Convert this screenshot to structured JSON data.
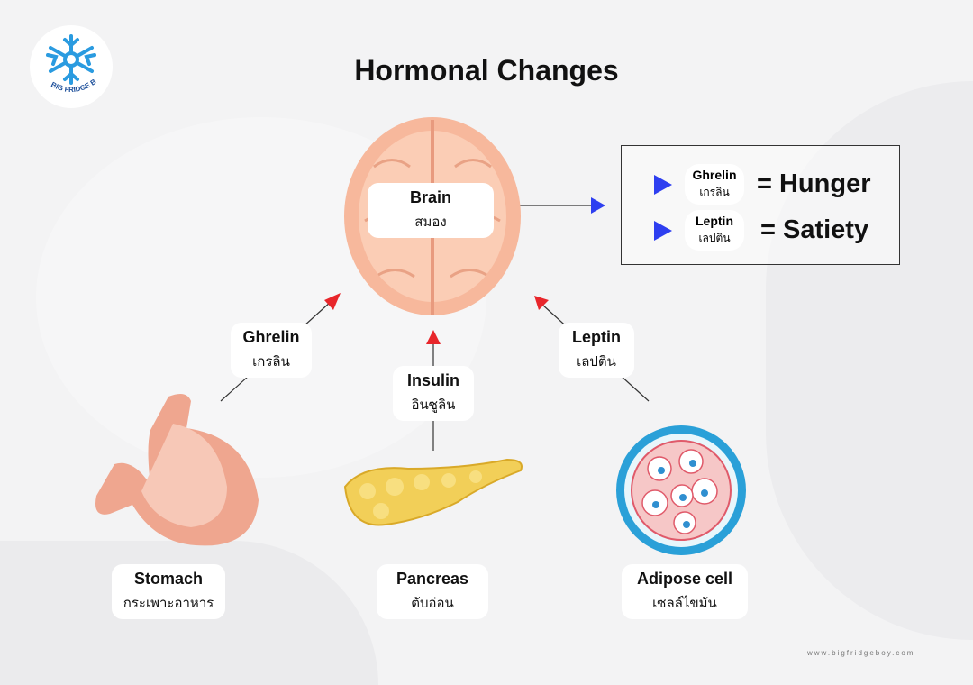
{
  "logo": {
    "text": "BIG FRIDGE BOY"
  },
  "title": "Hormonal Changes",
  "brain": {
    "en": "Brain",
    "th": "สมอง"
  },
  "hormones": [
    {
      "en": "Ghrelin",
      "th": "เกรลิน"
    },
    {
      "en": "Insulin",
      "th": "อินซูลิน"
    },
    {
      "en": "Leptin",
      "th": "เลปติน"
    }
  ],
  "organs": [
    {
      "en": "Stomach",
      "th": "กระเพาะอาหาร"
    },
    {
      "en": "Pancreas",
      "th": "ตับอ่อน"
    },
    {
      "en": "Adipose cell",
      "th": "เซลล์ไขมัน"
    }
  ],
  "legend": [
    {
      "en": "Ghrelin",
      "th": "เกรลิน",
      "meaning": "= Hunger"
    },
    {
      "en": "Leptin",
      "th": "เลปติน",
      "meaning": "= Satiety"
    }
  ],
  "footer": "www.bigfridgeboy.com",
  "colors": {
    "arrow_red": "#e8262b",
    "arrow_blue": "#2e3ff0"
  }
}
